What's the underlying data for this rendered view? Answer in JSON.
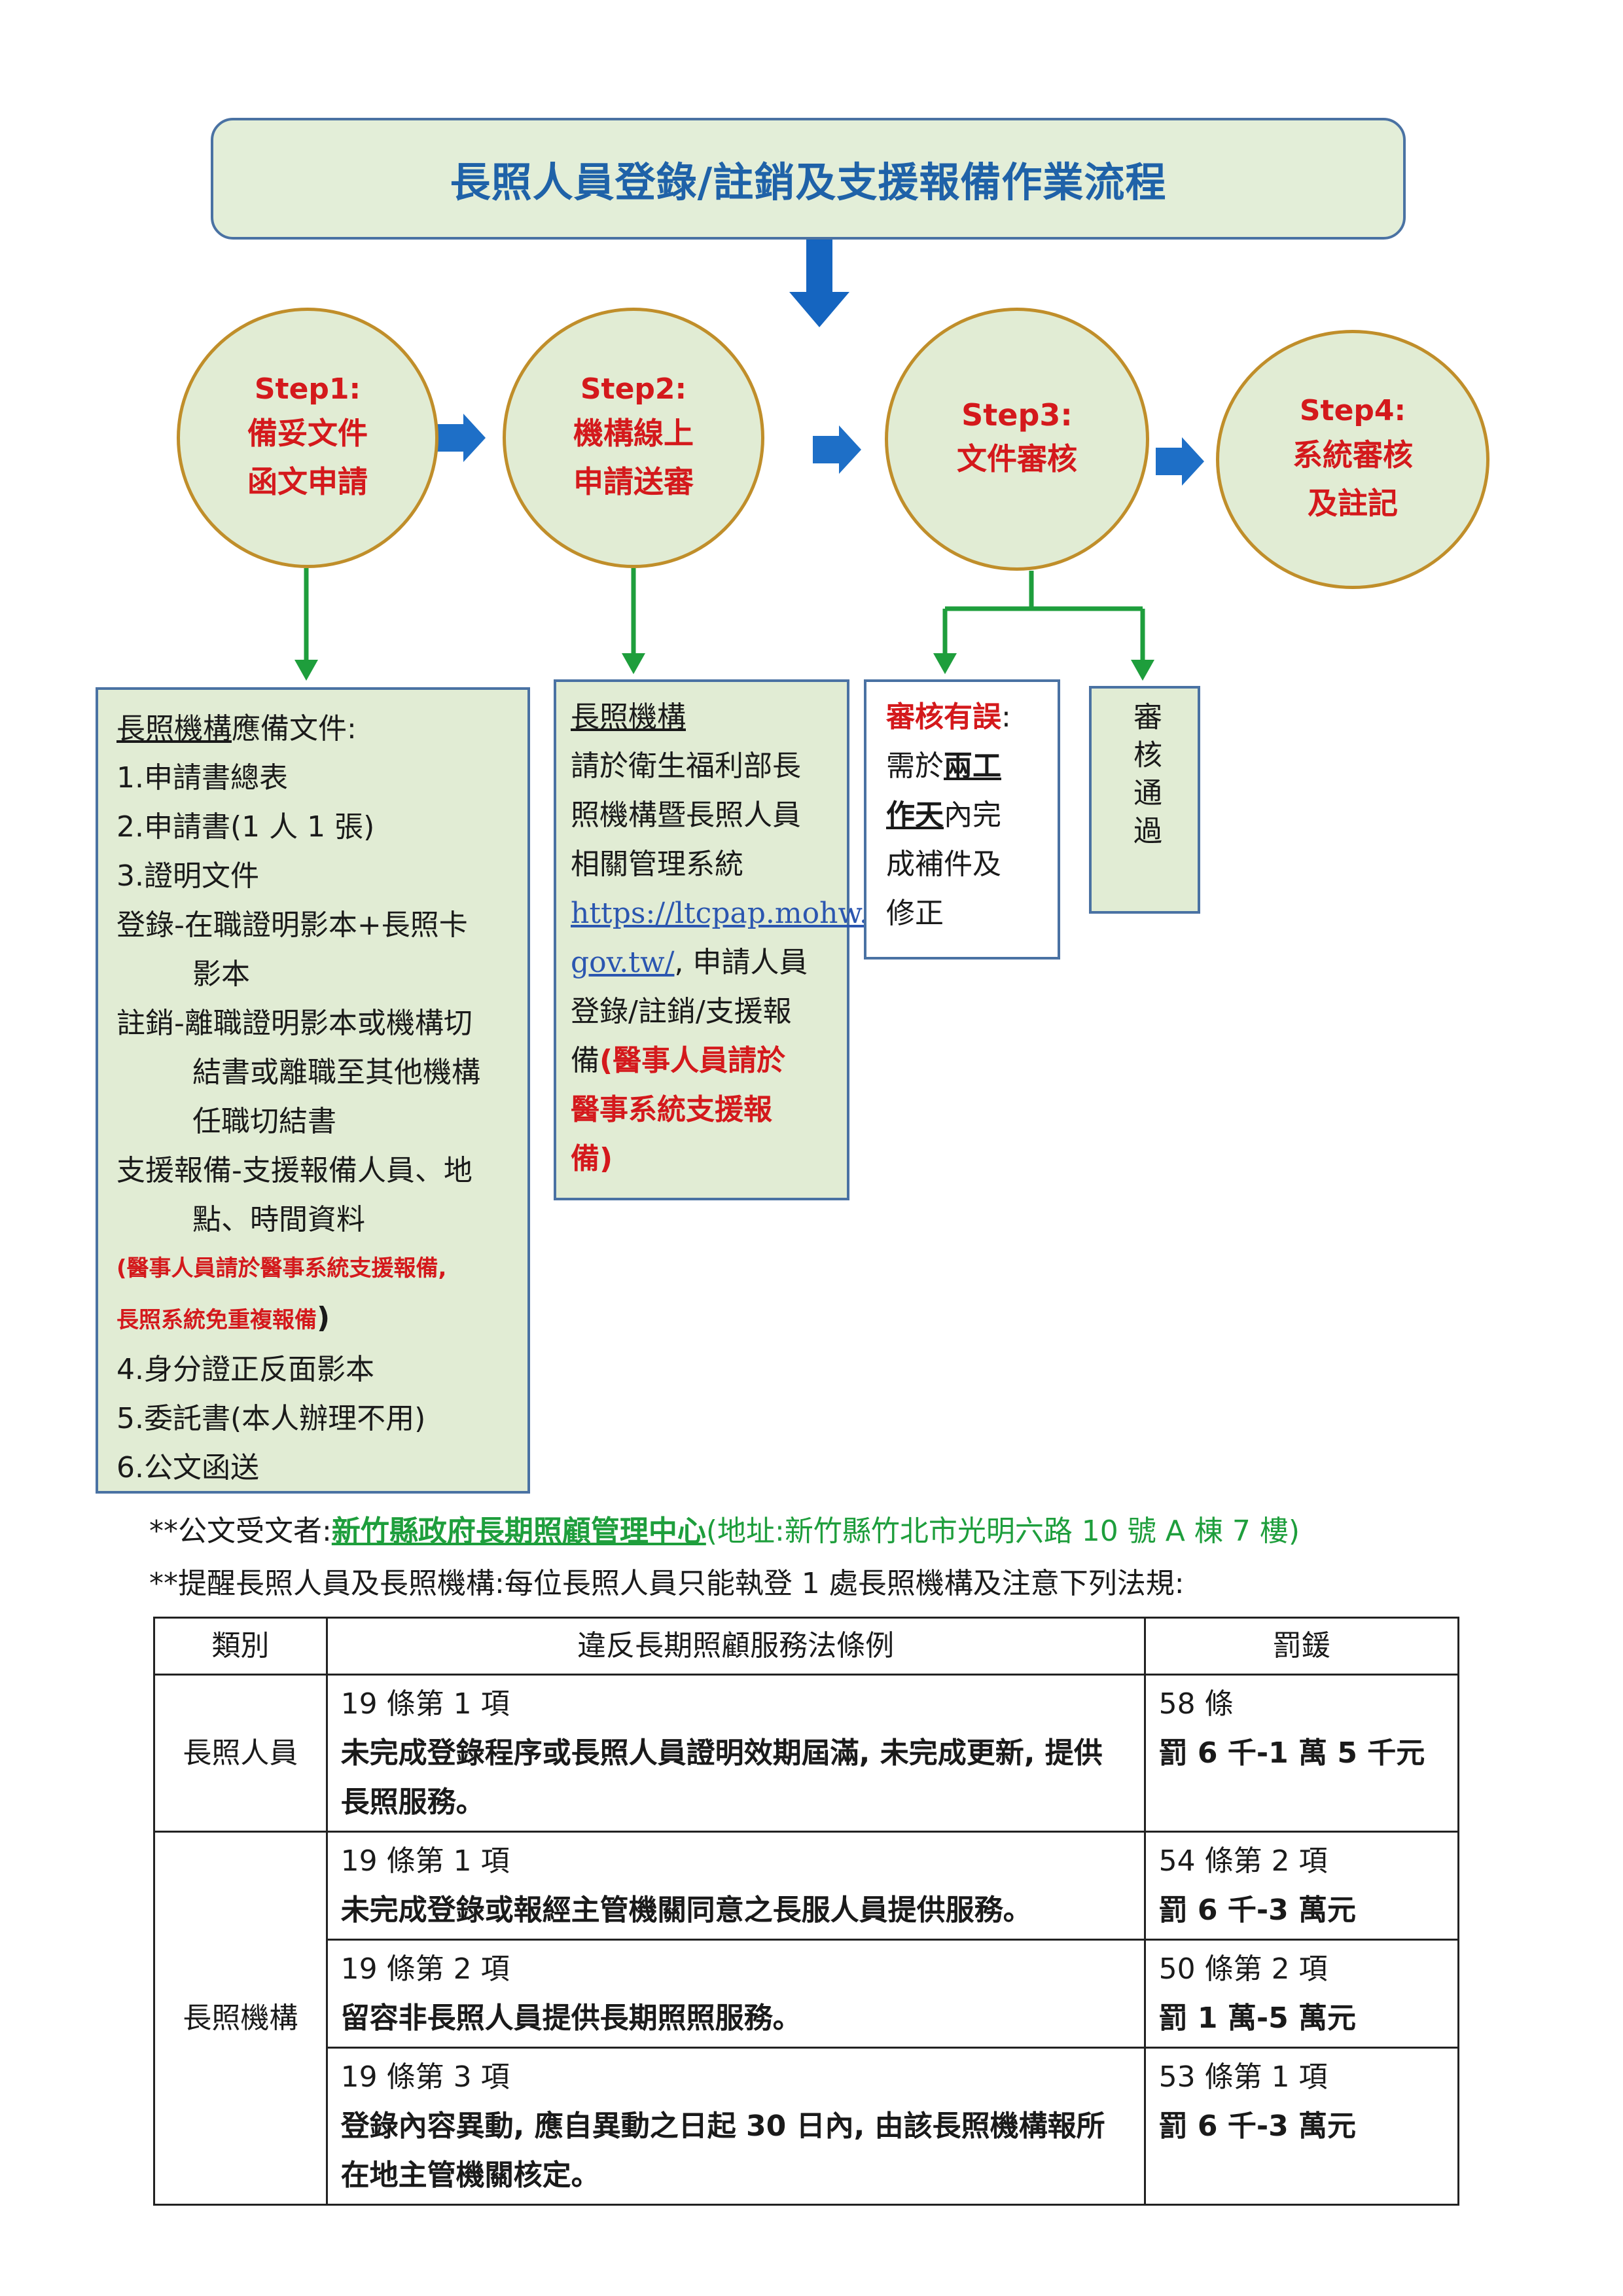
{
  "title": "長照人員登錄/註銷及支援報備作業流程",
  "colors": {
    "title_bg": "#e3eed8",
    "title_text": "#1f62a8",
    "step_text": "#d4191c",
    "arrow_blue": "#1565c0",
    "connector_green": "#1e9e3c"
  },
  "steps": [
    {
      "label": "Step1:",
      "line1": "備妥文件",
      "line2": "函文申請"
    },
    {
      "label": "Step2:",
      "line1": "機構線上",
      "line2": "申請送審"
    },
    {
      "label": "Step3:",
      "line1": "文件審核",
      "line2": ""
    },
    {
      "label": "Step4:",
      "line1": "系統審核",
      "line2": "及註記"
    }
  ],
  "box1": {
    "heading": "長照機構",
    "heading_suffix": "應備文件:",
    "item1": "1.申請書總表",
    "item2": "2.申請書(1 人 1 張)",
    "item3": "3.證明文件",
    "reg_a": "登錄-在職證明影本+長照卡",
    "reg_b": "影本",
    "cancel_a": "註銷-離職證明影本或機構切",
    "cancel_b": "結書或離職至其他機構",
    "cancel_c": "任職切結書",
    "support_a": "支援報備-支援報備人員、地",
    "support_b": "點、時間資料",
    "note_a": "(醫事人員請於醫事系統支援報備,",
    "note_b": "長照系統免重複報備",
    "note_c": ")",
    "item4": "4.身分證正反面影本",
    "item5": "5.委託書(本人辦理不用)",
    "item6": "6.公文函送"
  },
  "box2": {
    "heading": "長照機構",
    "l1": "請於衛生福利部長",
    "l2": "照機構暨長照人員",
    "l3": "相關管理系統",
    "url1": "https://ltcpap.mohw.",
    "url2": "gov.tw/",
    "l4": ", 申請人員",
    "l5": "登錄/註銷/支援報",
    "l6": "備",
    "red1": "(醫事人員請於",
    "red2": "醫事系統支援報",
    "red3": "備)"
  },
  "box3": {
    "red": "審核有誤",
    "colon": ":",
    "l1": "需於",
    "ul1": "兩工",
    "ul2": "作天",
    "l2": "內完",
    "l3": "成補件及",
    "l4": "修正"
  },
  "box4": {
    "text": "審核通過"
  },
  "note1": {
    "prefix": "**公文受文者:",
    "org": "新竹縣政府長期照顧管理中心",
    "addr": "(地址:新竹縣竹北市光明六路 10 號 A 棟 7 樓)"
  },
  "note2": "**提醒長照人員及長照機構:每位長照人員只能執登 1 處長照機構及注意下列法規:",
  "table": {
    "headers": [
      "類別",
      "違反長期照顧服務法條例",
      "罰鍰"
    ],
    "cat1": "長照人員",
    "cat2": "長照機構",
    "rows": [
      {
        "article": "19 條第 1 項",
        "desc": "未完成登錄程序或長照人員證明效期屆滿, 未完成更新, 提供長照服務。",
        "law": "58 條",
        "fine": "罰 6 千-1 萬 5 千元"
      },
      {
        "article": "19 條第 1 項",
        "desc": "未完成登錄或報經主管機關同意之長服人員提供服務。",
        "law": "54 條第 2 項",
        "fine": "罰 6 千-3 萬元"
      },
      {
        "article": "19 條第 2 項",
        "desc": "留容非長照人員提供長期照照服務。",
        "law": "50 條第 2 項",
        "fine": "罰 1 萬-5 萬元"
      },
      {
        "article": "19 條第 3 項",
        "desc": "登錄內容異動, 應自異動之日起 30 日內, 由該長照機構報所在地主管機關核定。",
        "law": "53 條第 1 項",
        "fine": "罰 6 千-3 萬元"
      }
    ]
  }
}
